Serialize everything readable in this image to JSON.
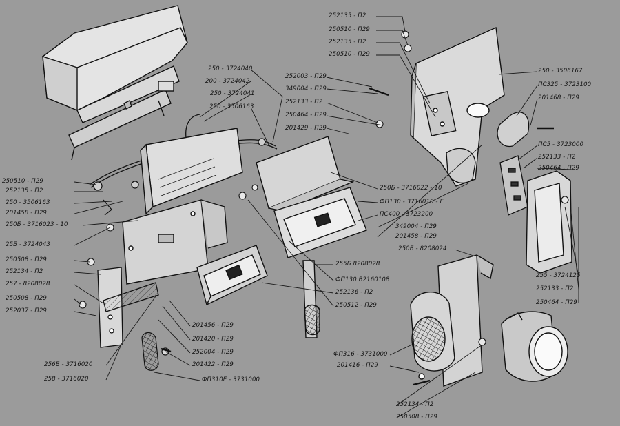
{
  "diagram": {
    "labels": [
      {
        "id": "l1",
        "text": "252135 - П2"
      },
      {
        "id": "l2",
        "text": "250510 - П29"
      },
      {
        "id": "l3",
        "text": "252135 - П2"
      },
      {
        "id": "l4",
        "text": "250510 - П29"
      },
      {
        "id": "l5",
        "text": "250 - 3724040"
      },
      {
        "id": "l6",
        "text": "200 - 3724042"
      },
      {
        "id": "l7",
        "text": "250 - 3724041"
      },
      {
        "id": "l8",
        "text": "250 - 3506163"
      },
      {
        "id": "l9",
        "text": "252003 - П29"
      },
      {
        "id": "l10",
        "text": "349004 - П29"
      },
      {
        "id": "l11",
        "text": "252133 - П2"
      },
      {
        "id": "l12",
        "text": "250464 - П29"
      },
      {
        "id": "l13",
        "text": "201429 - П29"
      },
      {
        "id": "l14",
        "text": "250 - 3506167"
      },
      {
        "id": "l15",
        "text": "ПС325 - 3723100"
      },
      {
        "id": "l16",
        "text": "201468 - П29"
      },
      {
        "id": "l17",
        "text": "ПС5 - 3723000"
      },
      {
        "id": "l18",
        "text": "252133 - П2"
      },
      {
        "id": "l19",
        "text": "250464 - П29"
      },
      {
        "id": "l20",
        "text": "250510 - П29"
      },
      {
        "id": "l21",
        "text": "252135 - П2"
      },
      {
        "id": "l22",
        "text": "250 - 3506163"
      },
      {
        "id": "l23",
        "text": "201458 - П29"
      },
      {
        "id": "l24",
        "text": "250Б - 3716023 - 10"
      },
      {
        "id": "l25",
        "text": "25Б - 3724043"
      },
      {
        "id": "l26",
        "text": "250508 - П29"
      },
      {
        "id": "l27",
        "text": "252134 - П2"
      },
      {
        "id": "l28",
        "text": "257 - 8208028"
      },
      {
        "id": "l29",
        "text": "250508 - П29"
      },
      {
        "id": "l30",
        "text": "252037 - П29"
      },
      {
        "id": "l31",
        "text": "250Б - 3716022 - 10"
      },
      {
        "id": "l32",
        "text": "ФП130 - 3716010 - Г"
      },
      {
        "id": "l33",
        "text": "ПС400 - 3723200"
      },
      {
        "id": "l34",
        "text": "349004 - П29"
      },
      {
        "id": "l35",
        "text": "201458 - П29"
      },
      {
        "id": "l36",
        "text": "250Б - 8208024"
      },
      {
        "id": "l37",
        "text": "255Б  8208028"
      },
      {
        "id": "l38",
        "text": "ФП130  В2160108"
      },
      {
        "id": "l39",
        "text": "252136 - П2"
      },
      {
        "id": "l40",
        "text": "250512 - П29"
      },
      {
        "id": "l41",
        "text": "255 - 3724125"
      },
      {
        "id": "l42",
        "text": "252133 - П2"
      },
      {
        "id": "l43",
        "text": "250464 - П29"
      },
      {
        "id": "l44",
        "text": "201456 - П29"
      },
      {
        "id": "l45",
        "text": "201420 - П29"
      },
      {
        "id": "l46",
        "text": "252004 - П29"
      },
      {
        "id": "l47",
        "text": "201422 - П29"
      },
      {
        "id": "l48",
        "text": "ФП310Е - 3731000"
      },
      {
        "id": "l49",
        "text": "256Б - 3716020"
      },
      {
        "id": "l50",
        "text": "258 - 3716020"
      },
      {
        "id": "l51",
        "text": "ФП316 - 3731000"
      },
      {
        "id": "l52",
        "text": "201416 - П29"
      },
      {
        "id": "l53",
        "text": "252134 - П2"
      },
      {
        "id": "l54",
        "text": "250508 - П29"
      }
    ]
  }
}
